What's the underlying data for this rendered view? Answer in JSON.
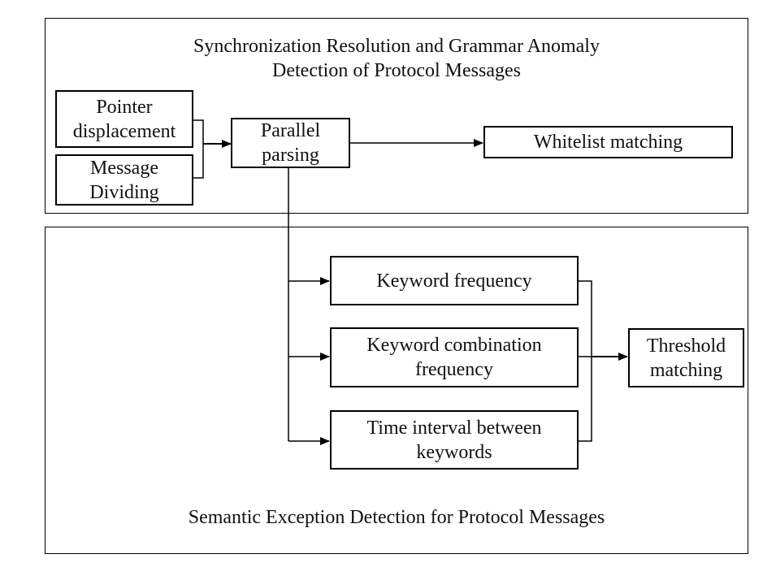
{
  "sections": {
    "top_title": [
      "Synchronization Resolution and Grammar Anomaly",
      "Detection of Protocol Messages"
    ],
    "bottom_title": "Semantic Exception  Detection for Protocol Messages"
  },
  "nodes": {
    "pointer_displacement": [
      "Pointer",
      "displacement"
    ],
    "message_dividing": [
      "Message",
      "Dividing"
    ],
    "parallel_parsing": [
      "Parallel",
      "parsing"
    ],
    "whitelist_matching": [
      "Whitelist matching"
    ],
    "keyword_frequency": [
      "Keyword frequency"
    ],
    "keyword_combination_frequency": [
      "Keyword combination",
      "frequency"
    ],
    "time_interval": [
      "Time interval between",
      "keywords"
    ],
    "threshold_matching": [
      "Threshold",
      "matching"
    ]
  },
  "colors": {
    "stroke": "#000000",
    "text": "#111111",
    "background": "#ffffff"
  }
}
